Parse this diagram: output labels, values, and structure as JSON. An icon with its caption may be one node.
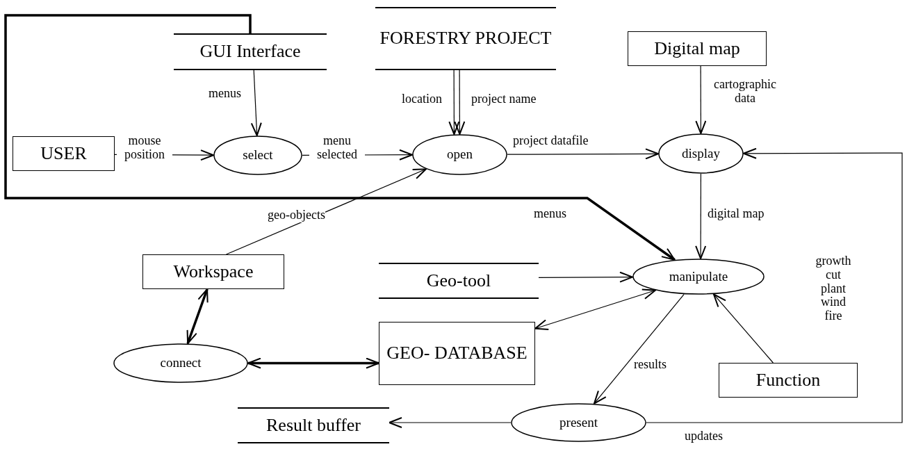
{
  "diagram": {
    "nodes": [
      {
        "text": [
          "GUI Interface"
        ]
      },
      {
        "text": [
          "FORESTRY PROJECT"
        ]
      },
      {
        "text": [
          "Digital map"
        ]
      },
      {
        "text": [
          "USER"
        ]
      },
      {
        "text": [
          "select"
        ]
      },
      {
        "text": [
          "open"
        ]
      },
      {
        "text": [
          "display"
        ]
      },
      {
        "text": [
          "Workspace"
        ]
      },
      {
        "text": [
          "Geo-tool"
        ]
      },
      {
        "text": [
          "manipulate"
        ]
      },
      {
        "text": [
          "connect"
        ]
      },
      {
        "text": [
          "GEO- DATABASE"
        ]
      },
      {
        "text": [
          "Function"
        ]
      },
      {
        "text": [
          "Result buffer"
        ]
      },
      {
        "text": [
          "present"
        ]
      }
    ],
    "edges": [
      {
        "from": 0,
        "to": 4,
        "arrow": "to",
        "label": "menus"
      },
      {
        "from": 1,
        "to": 5,
        "arrow": "to",
        "label": "location"
      },
      {
        "from": 1,
        "to": 5,
        "arrow": "to",
        "label": "project name"
      },
      {
        "from": 2,
        "to": 6,
        "arrow": "to",
        "label": "cartographic data"
      },
      {
        "from": 3,
        "to": 4,
        "arrow": "to",
        "label": "mouse position"
      },
      {
        "from": 4,
        "to": 5,
        "arrow": "to",
        "label": "menu selected"
      },
      {
        "from": 5,
        "to": 6,
        "arrow": "to",
        "label": "project datafile"
      },
      {
        "from": 6,
        "to": 9,
        "arrow": "to",
        "label": "digital map"
      },
      {
        "from": 0,
        "to": 9,
        "arrow": "to",
        "label": "menus",
        "style": "thick"
      },
      {
        "from": 7,
        "to": 5,
        "arrow": "to",
        "label": "geo-objects"
      },
      {
        "from": 7,
        "to": 10,
        "arrow": "both",
        "style": "thick"
      },
      {
        "from": 10,
        "to": 11,
        "arrow": "both",
        "style": "thick"
      },
      {
        "from": 8,
        "to": 9,
        "arrow": "to"
      },
      {
        "from": 9,
        "to": 11,
        "arrow": "both"
      },
      {
        "from": 9,
        "to": 14,
        "arrow": "to",
        "label": "results"
      },
      {
        "from": 12,
        "to": 9,
        "arrow": "to",
        "label": "growth cut plant wind fire"
      },
      {
        "from": 14,
        "to": 6,
        "arrow": "to",
        "label": "updates"
      },
      {
        "from": 14,
        "to": 13,
        "arrow": "to"
      }
    ]
  }
}
